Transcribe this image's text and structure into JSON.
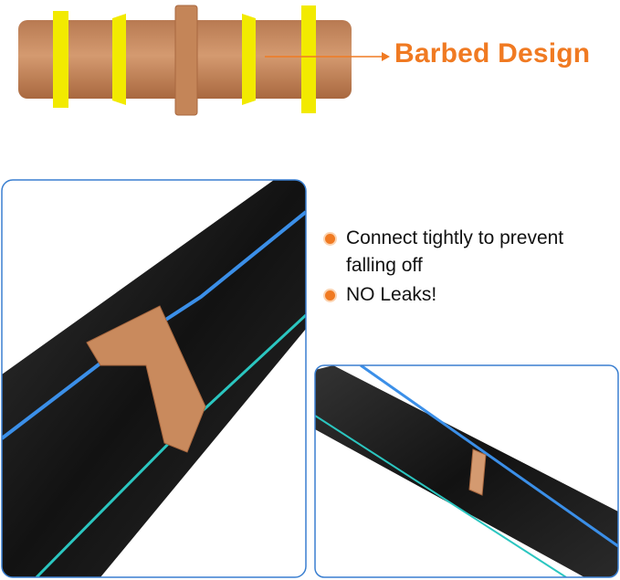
{
  "callout": {
    "label": "Barbed Design",
    "color": "#f07a22"
  },
  "features": [
    {
      "line1": "Connect tightly to prevent",
      "line2": "falling off"
    },
    {
      "line1": "NO Leaks!"
    }
  ],
  "colors": {
    "panel_border": "#3a7fd0",
    "pipe": "#161616",
    "stripe_blue": "#3b8fe8",
    "stripe_teal": "#2bc6c0",
    "connector": "#c98a5d",
    "barb": "#f2ea00"
  }
}
